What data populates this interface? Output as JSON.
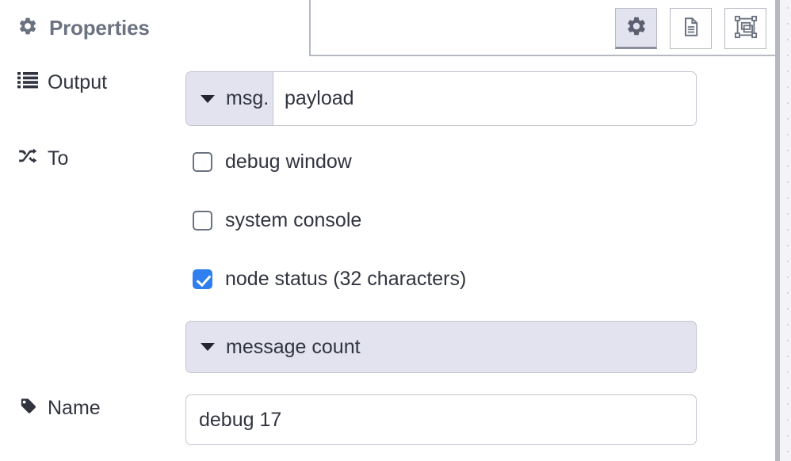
{
  "window": {
    "panel_title": "Properties"
  },
  "header": {
    "tab": {
      "label": "Properties",
      "icon": "gear-icon"
    },
    "buttons": [
      {
        "name": "properties-tab-button",
        "icon": "gear-icon",
        "active": true
      },
      {
        "name": "description-tab-button",
        "icon": "document-icon",
        "active": false
      },
      {
        "name": "appearance-tab-button",
        "icon": "appearance-icon",
        "active": false
      }
    ]
  },
  "form": {
    "output": {
      "label": "Output",
      "icon": "list-icon",
      "type_prefix": "msg.",
      "value": "payload",
      "placeholder": "payload"
    },
    "to": {
      "label": "To",
      "icon": "shuffle-icon",
      "options": [
        {
          "label": "debug window",
          "checked": false
        },
        {
          "label": "system console",
          "checked": false
        },
        {
          "label": "node status (32 characters)",
          "checked": true
        }
      ],
      "status_dropdown": {
        "value": "message count",
        "icon": "chevron-down-icon"
      }
    },
    "name": {
      "label": "Name",
      "icon": "tag-icon",
      "value": "debug 17",
      "placeholder": "Name"
    }
  },
  "colors": {
    "accent_checkbox": "#2f7fee",
    "lavender": "#e2e3ef",
    "border": "#c3c5cf",
    "text": "#31343f",
    "tab_title": "#6b7280"
  }
}
